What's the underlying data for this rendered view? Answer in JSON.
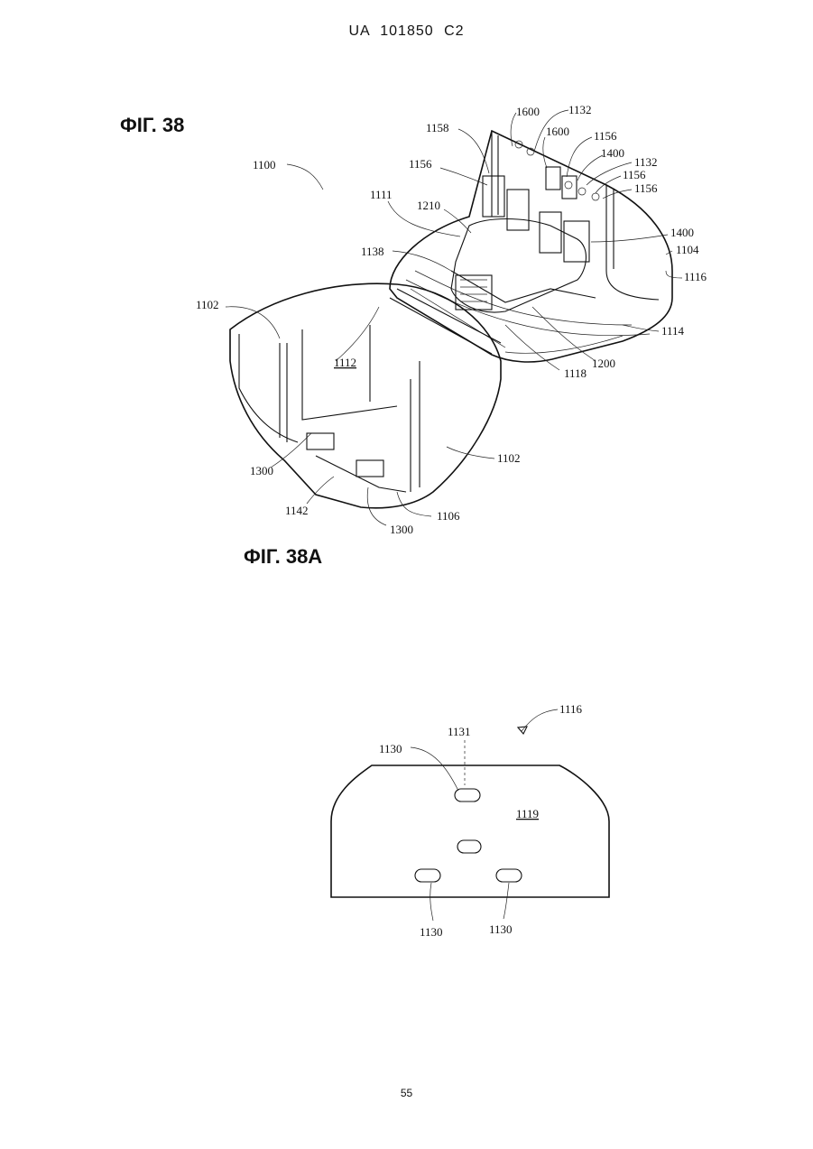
{
  "header": {
    "text": "UA   101850   C2"
  },
  "page_number": "55",
  "figure_38": {
    "title": "ФІГ. 38",
    "labels": {
      "l1100": "1100",
      "l1158": "1158",
      "l1600a": "1600",
      "l1132a": "1132",
      "l1600b": "1600",
      "l1156a": "1156",
      "l1400a": "1400",
      "l1132b": "1132",
      "l1156b": "1156",
      "l1156c": "1156",
      "l1156d": "1156",
      "l1111": "1111",
      "l1210": "1210",
      "l1400b": "1400",
      "l1104": "1104",
      "l1138": "1138",
      "l1116": "1116",
      "l1102a": "1102",
      "l1112": "1112",
      "l1114": "1114",
      "l1200": "1200",
      "l1118": "1118",
      "l1102b": "1102",
      "l1300a": "1300",
      "l1142": "1142",
      "l1106": "1106",
      "l1300b": "1300"
    }
  },
  "figure_38a": {
    "title": "ФІГ. 38A",
    "labels": {
      "l1116": "1116",
      "l1131": "1131",
      "l1130a": "1130",
      "l1119": "1119",
      "l1130b": "1130",
      "l1130c": "1130"
    }
  }
}
